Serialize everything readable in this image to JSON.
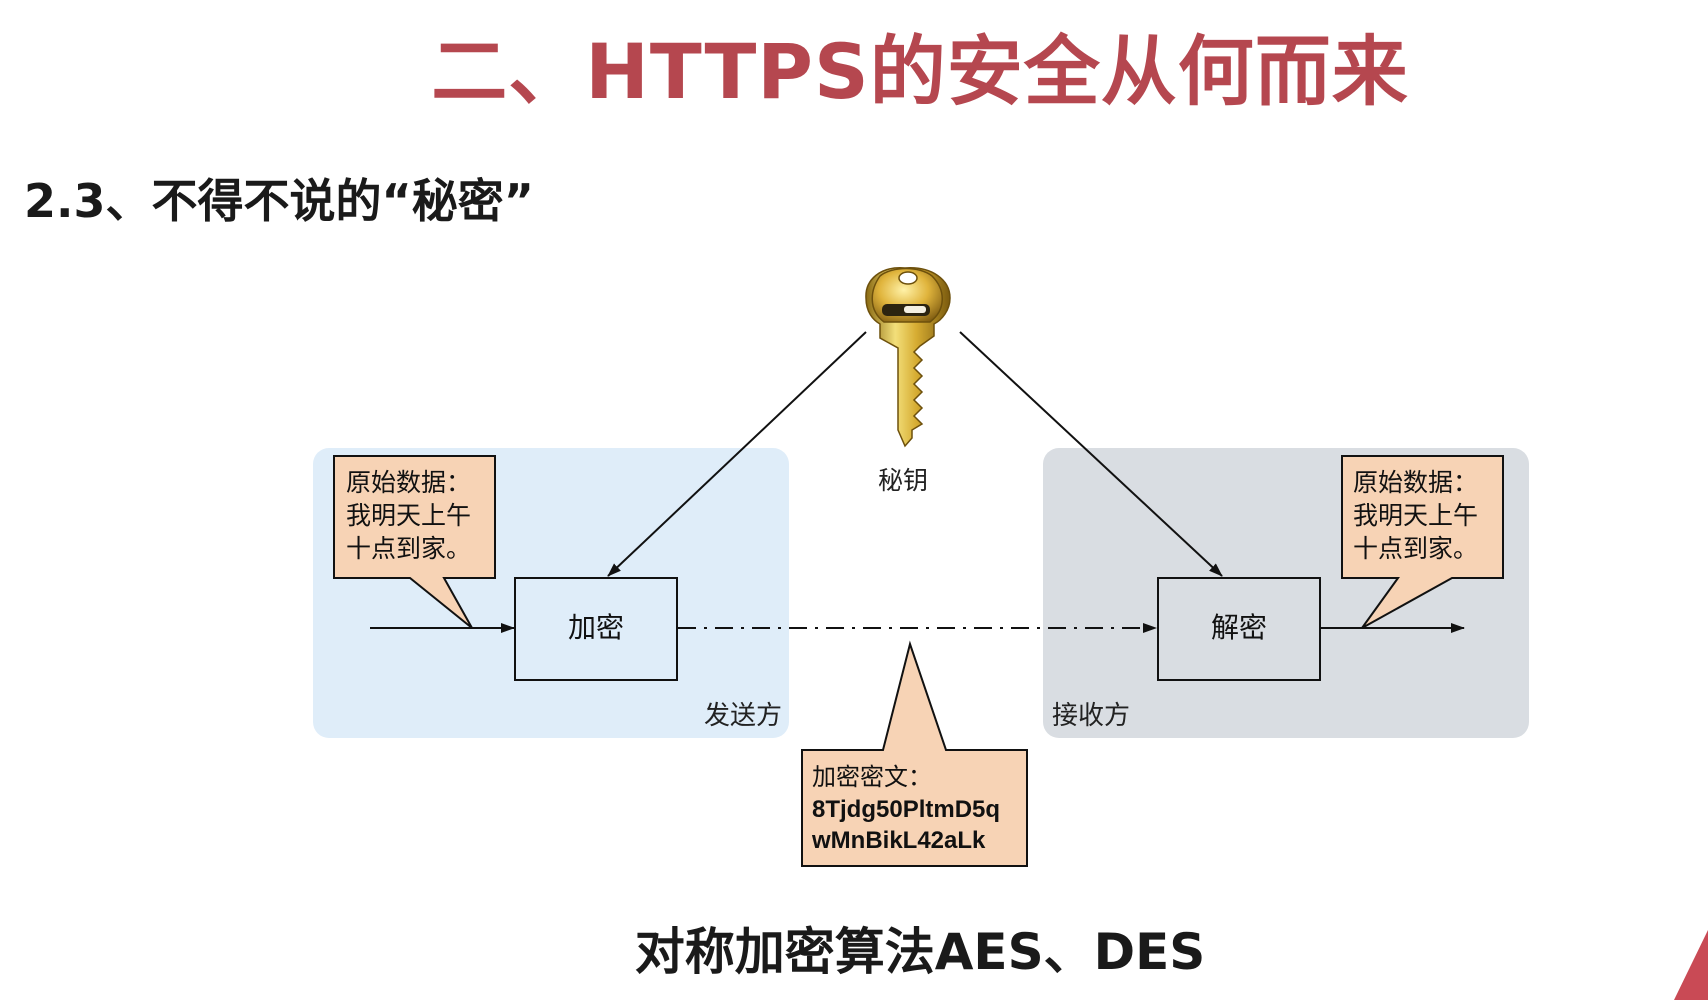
{
  "title": "二、HTTPS的安全从何而来",
  "subtitle": "2.3、不得不说的“秘密”",
  "caption": "对称加密算法AES、DES",
  "diagram": {
    "key_label": "秘钥",
    "encrypt_label": "加密",
    "decrypt_label": "解密",
    "sender_label": "发送方",
    "receiver_label": "接收方",
    "original_left": [
      "原始数据：",
      "我明天上午",
      "十点到家。"
    ],
    "original_right": [
      "原始数据：",
      "我明天上午",
      "十点到家。"
    ],
    "ciphertext": [
      "加密密文：",
      "8Tjdg50PltmD5q",
      "wMnBikL42aLk"
    ]
  },
  "colors": {
    "title": "#b5474f",
    "sender_area": "#dfedf9",
    "receiver_area": "#d9dde2",
    "callout": "#f7d3b5"
  }
}
